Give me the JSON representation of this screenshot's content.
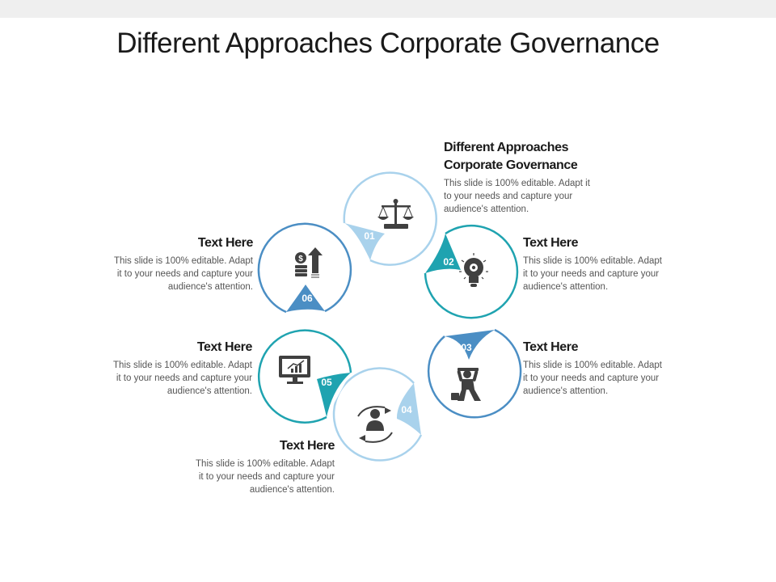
{
  "title": "Different Approaches Corporate Governance",
  "colors": {
    "light_blue": "#a9d2ec",
    "mid_blue": "#4b8ec4",
    "teal": "#1fa3b0",
    "icon_gray": "#404040"
  },
  "steps": [
    {
      "number": "01",
      "icon": "balance-scale-icon",
      "heading_line1": "Different Approaches",
      "heading_line2": "Corporate Governance",
      "desc_line1": "This slide is 100% editable. Adapt it",
      "desc_line2": "to your needs and capture your",
      "desc_line3": "audience's attention."
    },
    {
      "number": "02",
      "icon": "lightbulb-gear-icon",
      "heading": "Text Here",
      "desc_line1": "This slide is 100% editable. Adapt",
      "desc_line2": "it to your needs and capture your",
      "desc_line3": "audience's attention."
    },
    {
      "number": "03",
      "icon": "worker-lifting-icon",
      "heading": "Text Here",
      "desc_line1": "This slide is 100% editable. Adapt",
      "desc_line2": "it to your needs and capture your",
      "desc_line3": "audience's attention."
    },
    {
      "number": "04",
      "icon": "user-cycle-icon",
      "heading": "Text Here",
      "desc_line1": "This slide is 100% editable. Adapt",
      "desc_line2": "it to your needs and capture your",
      "desc_line3": "audience's attention."
    },
    {
      "number": "05",
      "icon": "monitor-chart-icon",
      "heading": "Text Here",
      "desc_line1": "This slide is 100% editable. Adapt",
      "desc_line2": "it to your needs and capture your",
      "desc_line3": "audience's attention."
    },
    {
      "number": "06",
      "icon": "money-growth-icon",
      "heading": "Text Here",
      "desc_line1": "This slide is 100% editable. Adapt",
      "desc_line2": "it to your needs and capture your",
      "desc_line3": "audience's attention."
    }
  ]
}
